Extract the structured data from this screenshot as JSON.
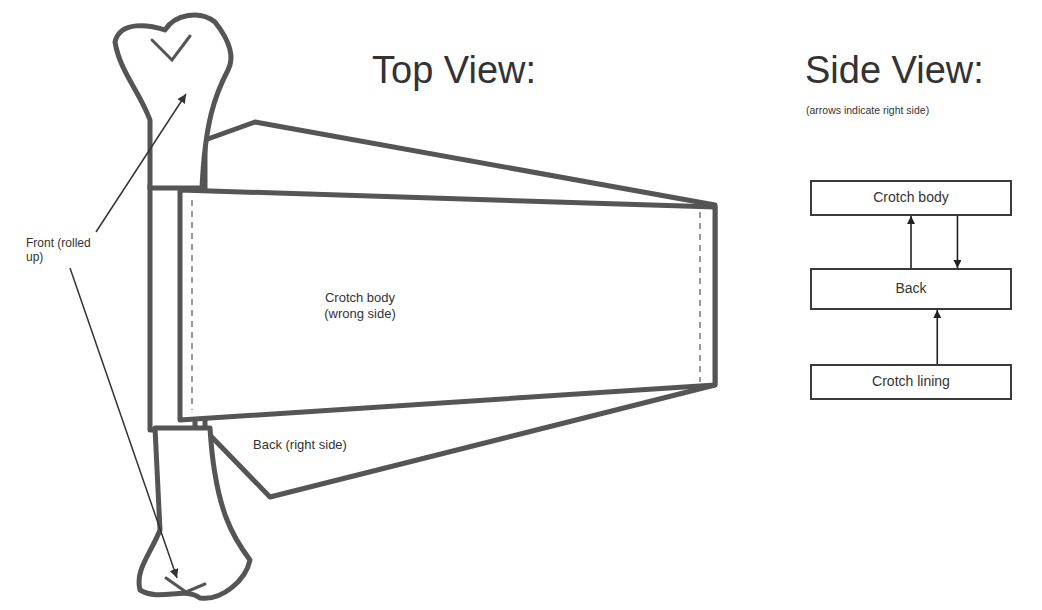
{
  "diagram": {
    "nodes": [
      {
        "text": [
          "Crotch body (wrong side)"
        ]
      },
      {
        "text": [
          "Crotch body"
        ]
      },
      {
        "text": [
          "Back"
        ]
      },
      {
        "text": [
          "Crotch lining"
        ]
      }
    ],
    "edges": [
      {
        "from": 2,
        "to": 1,
        "arrow": "to"
      },
      {
        "from": 1,
        "to": 2,
        "arrow": "to"
      },
      {
        "from": 3,
        "to": 2,
        "arrow": "to"
      }
    ],
    "labels": [
      "Top View:",
      "Front (rolled up)",
      "Back (right side)",
      "Side View:",
      "(arrows indicate right side)"
    ]
  }
}
